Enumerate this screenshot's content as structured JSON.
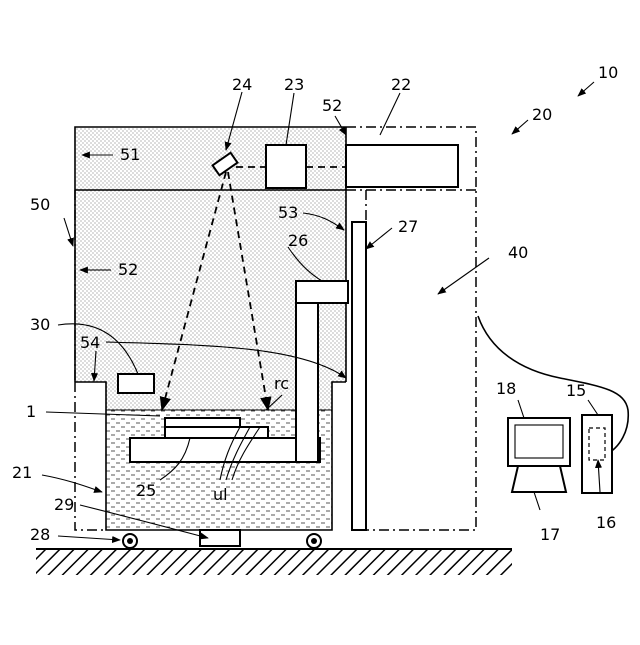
{
  "labels": {
    "n10": "10",
    "n20": "20",
    "n22": "22",
    "n23": "23",
    "n24": "24",
    "n52a": "52",
    "n51": "51",
    "n50": "50",
    "n52b": "52",
    "n53": "53",
    "n27": "27",
    "n26": "26",
    "n40": "40",
    "n30": "30",
    "n54": "54",
    "rc": "rc",
    "n1": "1",
    "n21": "21",
    "n25": "25",
    "ul": "ul",
    "n29": "29",
    "n28": "28",
    "n18": "18",
    "n15": "15",
    "n16": "16",
    "n17": "17"
  }
}
